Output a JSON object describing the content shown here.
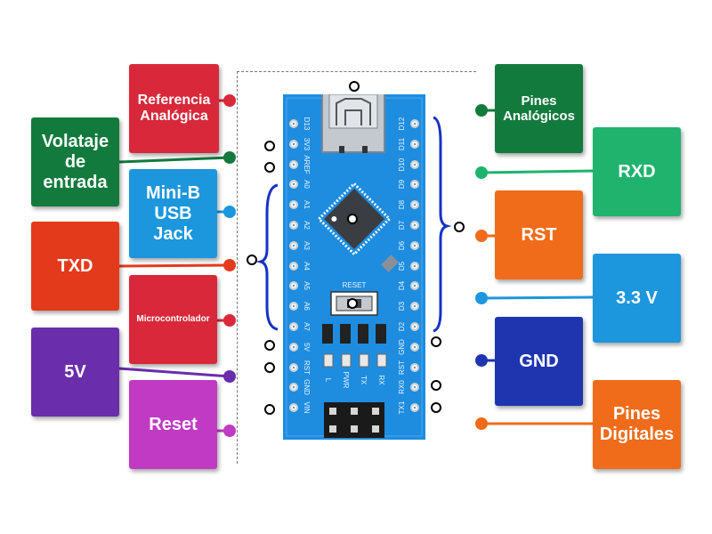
{
  "labels": {
    "referencia": "Referencia Analógica",
    "voltaje": "Volataje de entrada",
    "minib": "Mini-B USB Jack",
    "txd": "TXD",
    "micro": "Microcontrolador",
    "v5": "5V",
    "reset": "Reset",
    "pines_analogicos": "Pines Analógicos",
    "rxd": "RXD",
    "rst": "RST",
    "v33": "3.3 V",
    "gnd": "GND",
    "pines_digitales": "Pines Digitales"
  },
  "board": {
    "left_pins": [
      "D13",
      "3V3",
      "AREF",
      "A0",
      "A1",
      "A2",
      "A3",
      "A4",
      "A5",
      "A6",
      "A7",
      "5V",
      "RST",
      "GND",
      "VIN"
    ],
    "right_pins": [
      "D12",
      "D11",
      "D10",
      "D9",
      "D8",
      "D7",
      "D6",
      "D5",
      "D4",
      "D3",
      "D2",
      "GND",
      "RST",
      "RX0",
      "TX1"
    ],
    "reset_text": "RESET",
    "led_labels": [
      "L",
      "PWR",
      "TX",
      "RX"
    ]
  },
  "colors": {
    "red": "#d8283a",
    "dark_green": "#137a3d",
    "light_blue": "#1c96dc",
    "orange_red": "#e43a1c",
    "purple": "#6a2dab",
    "magenta": "#c03ac4",
    "green": "#1fb36d",
    "orange": "#f06c1a",
    "navy": "#1f35b0",
    "board": "#1e8de0"
  }
}
